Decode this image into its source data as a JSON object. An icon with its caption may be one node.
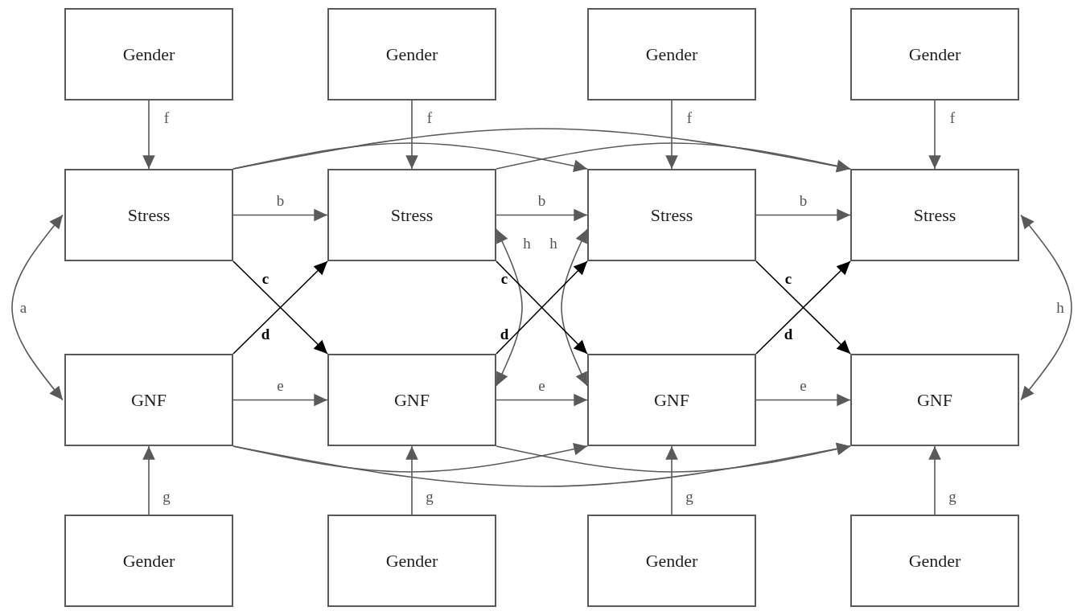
{
  "diagram": {
    "nodes": [
      {
        "text": [
          "Gender"
        ]
      },
      {
        "text": [
          "Gender"
        ]
      },
      {
        "text": [
          "Gender"
        ]
      },
      {
        "text": [
          "Gender"
        ]
      },
      {
        "text": [
          "Stress"
        ]
      },
      {
        "text": [
          "Stress"
        ]
      },
      {
        "text": [
          "Stress"
        ]
      },
      {
        "text": [
          "Stress"
        ]
      },
      {
        "text": [
          "GNF"
        ]
      },
      {
        "text": [
          "GNF"
        ]
      },
      {
        "text": [
          "GNF"
        ]
      },
      {
        "text": [
          "GNF"
        ]
      },
      {
        "text": [
          "Gender"
        ]
      },
      {
        "text": [
          "Gender"
        ]
      },
      {
        "text": [
          "Gender"
        ]
      },
      {
        "text": [
          "Gender"
        ]
      }
    ],
    "edges": [
      {
        "from": 0,
        "to": 4,
        "arrow": "to",
        "label": "f"
      },
      {
        "from": 1,
        "to": 5,
        "arrow": "to",
        "label": "f"
      },
      {
        "from": 2,
        "to": 6,
        "arrow": "to",
        "label": "f"
      },
      {
        "from": 3,
        "to": 7,
        "arrow": "to",
        "label": "f"
      },
      {
        "from": 12,
        "to": 8,
        "arrow": "to",
        "label": "g"
      },
      {
        "from": 13,
        "to": 9,
        "arrow": "to",
        "label": "g"
      },
      {
        "from": 14,
        "to": 10,
        "arrow": "to",
        "label": "g"
      },
      {
        "from": 15,
        "to": 11,
        "arrow": "to",
        "label": "g"
      },
      {
        "from": 4,
        "to": 5,
        "arrow": "to",
        "label": "b"
      },
      {
        "from": 5,
        "to": 6,
        "arrow": "to",
        "label": "b"
      },
      {
        "from": 6,
        "to": 7,
        "arrow": "to",
        "label": "b"
      },
      {
        "from": 8,
        "to": 9,
        "arrow": "to",
        "label": "e"
      },
      {
        "from": 9,
        "to": 10,
        "arrow": "to",
        "label": "e"
      },
      {
        "from": 10,
        "to": 11,
        "arrow": "to",
        "label": "e"
      },
      {
        "from": 4,
        "to": 8,
        "arrow": "both",
        "label": "a"
      },
      {
        "from": 5,
        "to": 9,
        "arrow": "both",
        "label": "h"
      },
      {
        "from": 6,
        "to": 10,
        "arrow": "both",
        "label": "h"
      },
      {
        "from": 7,
        "to": 11,
        "arrow": "both",
        "label": "h"
      },
      {
        "from": 4,
        "to": 9,
        "arrow": "to",
        "label": "c",
        "color": "#000000"
      },
      {
        "from": 5,
        "to": 10,
        "arrow": "to",
        "label": "c",
        "color": "#000000"
      },
      {
        "from": 6,
        "to": 11,
        "arrow": "to",
        "label": "c",
        "color": "#000000"
      },
      {
        "from": 8,
        "to": 5,
        "arrow": "to",
        "label": "d",
        "color": "#000000"
      },
      {
        "from": 9,
        "to": 6,
        "arrow": "to",
        "label": "d",
        "color": "#000000"
      },
      {
        "from": 10,
        "to": 7,
        "arrow": "to",
        "label": "d",
        "color": "#000000"
      },
      {
        "from": 4,
        "to": 6,
        "arrow": "to"
      },
      {
        "from": 4,
        "to": 7,
        "arrow": "to"
      },
      {
        "from": 5,
        "to": 7,
        "arrow": "to"
      },
      {
        "from": 8,
        "to": 10,
        "arrow": "to"
      },
      {
        "from": 8,
        "to": 11,
        "arrow": "to"
      },
      {
        "from": 9,
        "to": 11,
        "arrow": "to"
      }
    ]
  }
}
